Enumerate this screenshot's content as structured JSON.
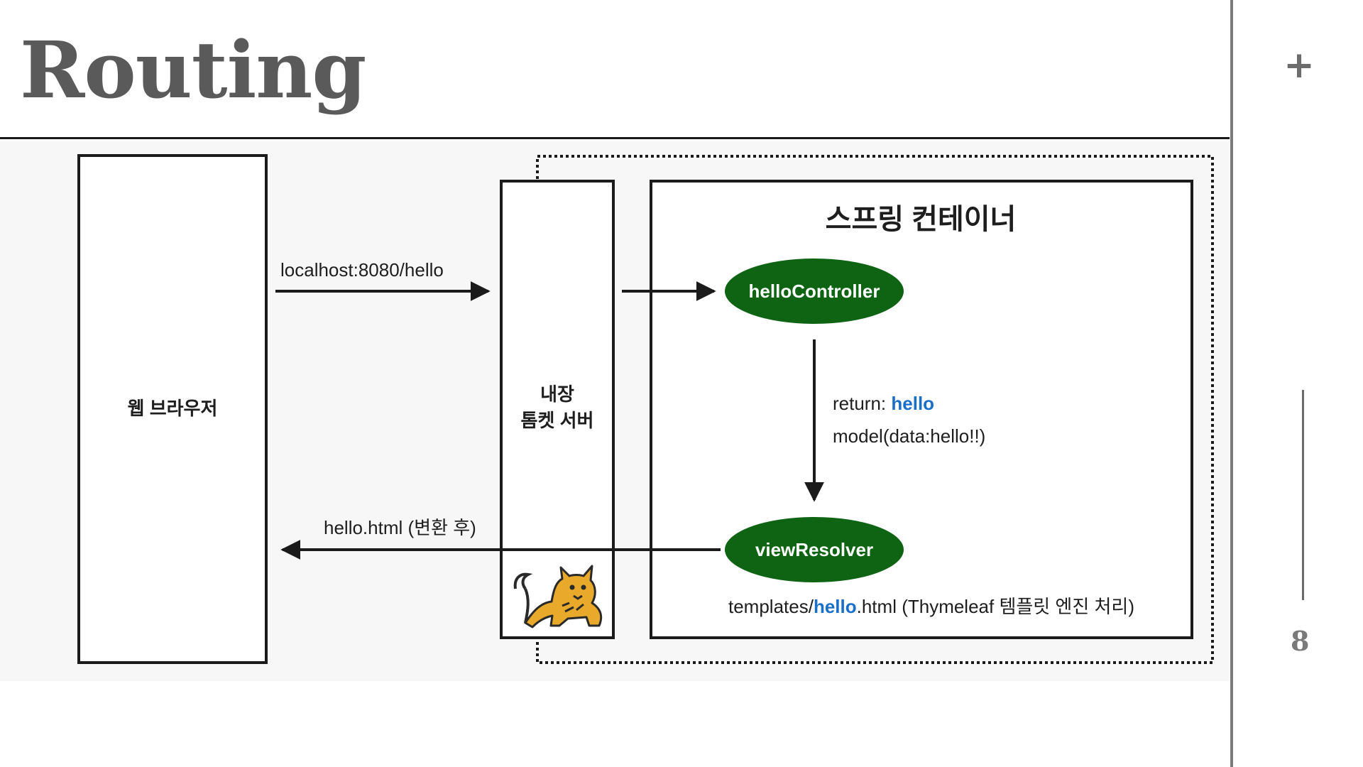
{
  "slide": {
    "title": "Routing",
    "page_number": "8",
    "add_button": "+"
  },
  "diagram": {
    "browser_label": "웹 브라우저",
    "tomcat_label_line1": "내장",
    "tomcat_label_line2": "톰켓 서버",
    "container_title": "스프링 컨테이너",
    "request_label": "localhost:8080/hello",
    "response_label": "hello.html (변환 후)",
    "controller_node": "helloController",
    "resolver_node": "viewResolver",
    "return_prefix": "return: ",
    "return_value": "hello",
    "model_label": "model(data:hello!!)",
    "template_prefix": "templates/",
    "template_highlight": "hello",
    "template_suffix": ".html (Thymeleaf 템플릿 엔진 처리)",
    "tomcat_logo": "tomcat-cat-logo"
  },
  "colors": {
    "title": "#5a5a5a",
    "node_fill": "#0f6414",
    "highlight_text": "#1a6fc9",
    "box_stroke": "#1b1b1b"
  }
}
